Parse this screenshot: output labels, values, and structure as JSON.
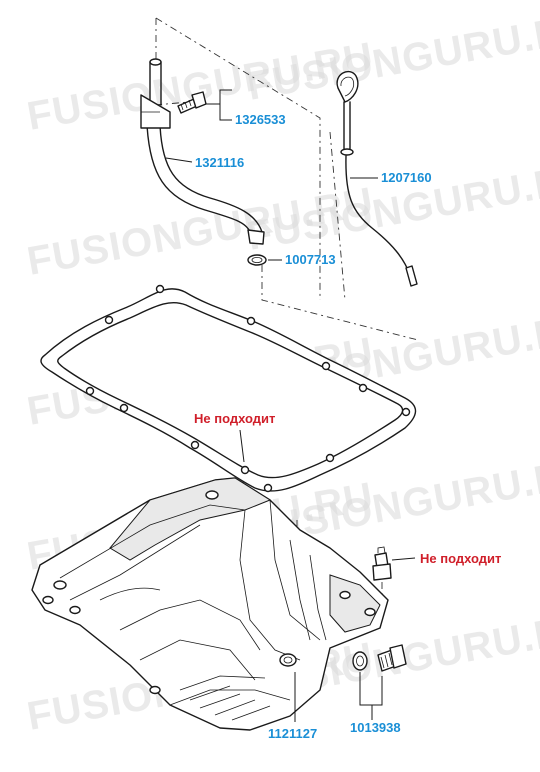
{
  "watermark": "FUSIONGURU.RU",
  "parts": {
    "bolt_top": "1326533",
    "dipstick_tube": "1321116",
    "dipstick": "1207160",
    "o_ring": "1007713",
    "oil_pan": "1121127",
    "drain_plug": "1013938"
  },
  "notes": {
    "gasket_note": "Не подходит",
    "bolt_note": "Не подходит"
  },
  "colors": {
    "part_number": "#1a8fd6",
    "note": "#d01f2a"
  }
}
